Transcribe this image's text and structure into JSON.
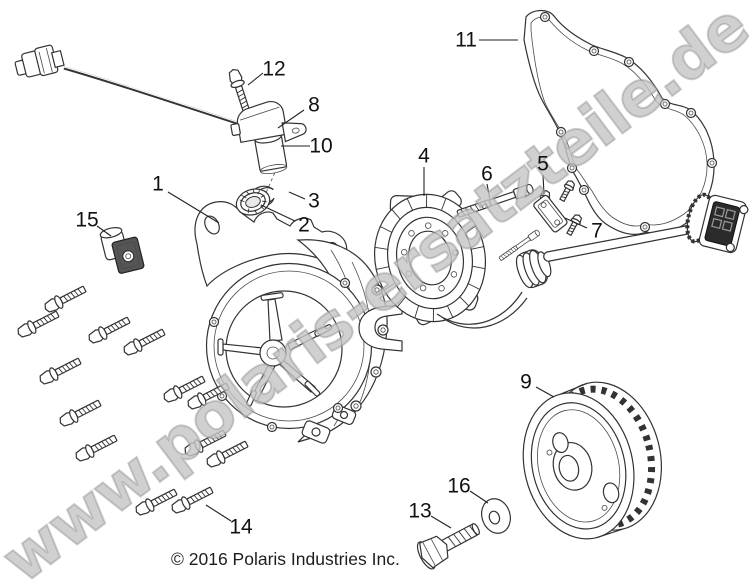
{
  "watermark": {
    "text": "www.polaris-ersatzteile.de",
    "color": "#aaaaaa"
  },
  "footer": {
    "copyright": "© 2016 Polaris Industries Inc."
  },
  "colors": {
    "line_art": "#333333",
    "label_text": "#111111",
    "background": "#ffffff"
  },
  "labels": [
    {
      "num": "1"
    },
    {
      "num": "2"
    },
    {
      "num": "3"
    },
    {
      "num": "4"
    },
    {
      "num": "5"
    },
    {
      "num": "6"
    },
    {
      "num": "7"
    },
    {
      "num": "8"
    },
    {
      "num": "9"
    },
    {
      "num": "10"
    },
    {
      "num": "11"
    },
    {
      "num": "12"
    },
    {
      "num": "13"
    },
    {
      "num": "14"
    },
    {
      "num": "15"
    },
    {
      "num": "16"
    }
  ]
}
